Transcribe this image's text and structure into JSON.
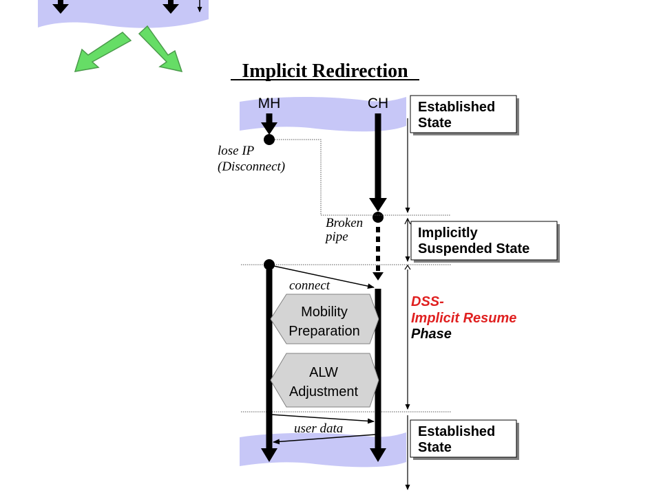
{
  "title": "Implicit Redirection",
  "lanes": {
    "mh": "MH",
    "ch": "CH"
  },
  "states": {
    "established_top": {
      "line1": "Established",
      "line2": "State"
    },
    "suspended": {
      "line1": "Implicitly",
      "line2": "Suspended State"
    },
    "established_bottom": {
      "line1": "Established",
      "line2": "State"
    }
  },
  "events": {
    "lose_ip": {
      "line1": "lose IP",
      "line2": "(Disconnect)"
    },
    "broken_pipe": {
      "line1": "Broken",
      "line2": "pipe"
    },
    "connect": "connect",
    "user_data": "user data"
  },
  "phases": {
    "mobility_preparation": {
      "line1": "Mobility",
      "line2": "Preparation"
    },
    "alw_adjustment": {
      "line1": "ALW",
      "line2": "Adjustment"
    }
  },
  "dss_phase": {
    "line1": "DSS-",
    "line2": "Implicit Resume",
    "line3": "Phase"
  },
  "colors": {
    "wave": "#c7c7f7",
    "hexagon": "#d4d4d4",
    "green_arrow": "#66dd66",
    "dss_red": "#e02020"
  }
}
